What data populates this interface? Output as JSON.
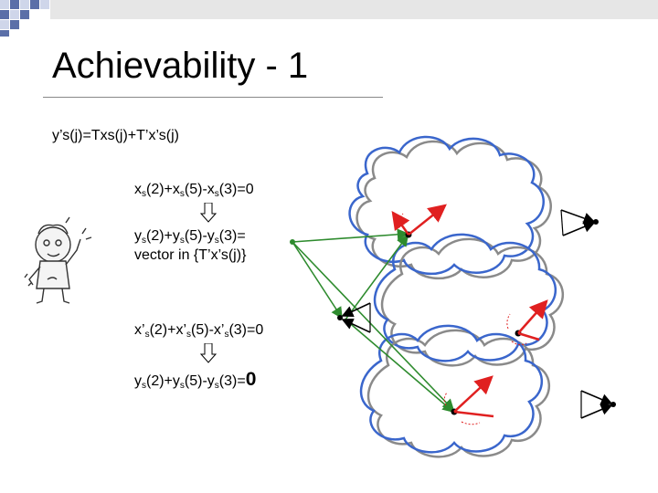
{
  "slide": {
    "title": "Achievability - 1",
    "eq_main": "y’s(j)=Txs(j)+T’x’s(j)",
    "eq1": {
      "t1": "x",
      "s1": "s",
      "t2": "(2)+x",
      "s2": "s",
      "t3": "(5)-x",
      "s3": "s",
      "t4": "(3)=0"
    },
    "eq2": {
      "t1": "y",
      "s1": "s",
      "t2": "(2)+y",
      "s2": "s",
      "t3": "(5)-y",
      "s3": "s",
      "t4": "(3)="
    },
    "eq2_line2": "vector in {T’x’s(j)}",
    "eq3": {
      "t1": "x’",
      "s1": "s",
      "t2": "(2)+x’",
      "s2": "s",
      "t3": "(5)-x’",
      "s3": "s",
      "t4": "(3)=0"
    },
    "eq4": {
      "t1": "y",
      "s1": "s",
      "t2": "(2)+y",
      "s2": "s",
      "t3": "(5)-y",
      "s3": "s",
      "t4": "(3)=",
      "big": "0"
    }
  },
  "colors": {
    "cloud_blue": "#3a66cc",
    "cloud_gray": "#8a8a8a",
    "green": "#2e8b2e",
    "red": "#e02020",
    "corner_blue": "#5b6fa8"
  },
  "icons": [
    "thinking-person-icon",
    "cloud-icon",
    "arrow-down-icon"
  ]
}
